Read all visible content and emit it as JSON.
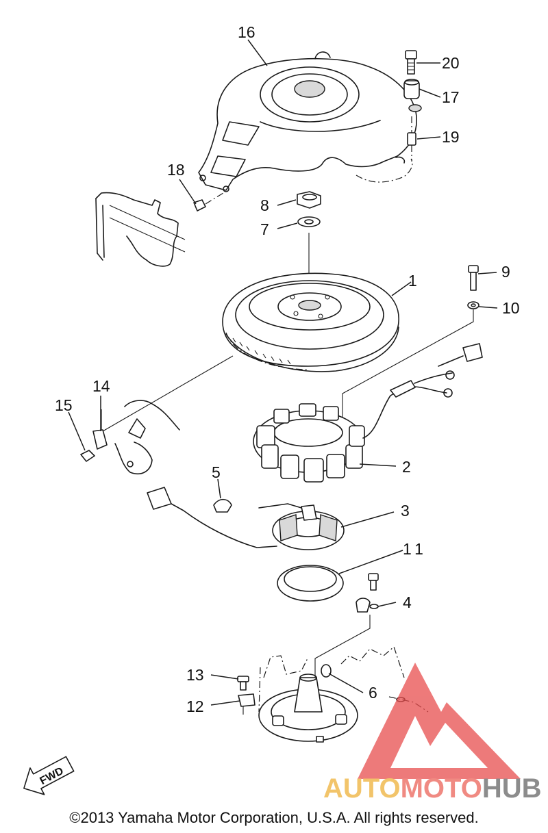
{
  "diagram": {
    "callouts": [
      {
        "id": "callout-16",
        "text": "16"
      },
      {
        "id": "callout-20",
        "text": "20"
      },
      {
        "id": "callout-17",
        "text": "17"
      },
      {
        "id": "callout-19",
        "text": "19"
      },
      {
        "id": "callout-18",
        "text": "18"
      },
      {
        "id": "callout-8",
        "text": "8"
      },
      {
        "id": "callout-7",
        "text": "7"
      },
      {
        "id": "callout-9",
        "text": "9"
      },
      {
        "id": "callout-1",
        "text": "1"
      },
      {
        "id": "callout-10",
        "text": "10"
      },
      {
        "id": "callout-14",
        "text": "14"
      },
      {
        "id": "callout-15",
        "text": "15"
      },
      {
        "id": "callout-2",
        "text": "2"
      },
      {
        "id": "callout-5",
        "text": "5"
      },
      {
        "id": "callout-3",
        "text": "3"
      },
      {
        "id": "callout-11",
        "text": "11"
      },
      {
        "id": "callout-4",
        "text": "4"
      },
      {
        "id": "callout-13",
        "text": "13"
      },
      {
        "id": "callout-6",
        "text": "6"
      },
      {
        "id": "callout-12",
        "text": "12"
      }
    ],
    "fwd_arrow_text": "FWD"
  },
  "watermark": {
    "part1": "AUTO",
    "part2": "MOTO",
    "part3": "HUB",
    "colors": {
      "auto": "#f2c46a",
      "moto": "#f08a82",
      "hub": "#8c8c8c",
      "triangle": "#e84e4e"
    }
  },
  "footer": {
    "copyright": "©2013 Yamaha Motor Corporation, U.S.A. All rights reserved."
  }
}
